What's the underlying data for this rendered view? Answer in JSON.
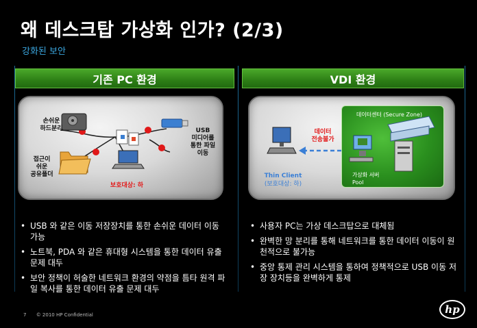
{
  "slide": {
    "title": "왜 데스크탑 가상화 인가? (2/3)",
    "subtitle": "강화된 보안"
  },
  "left": {
    "header": "기존 PC 환경",
    "diagram": {
      "label_hdd": "손쉬운\n하드분리",
      "label_usb": "USB\n미디어를\n통한 파일\n이동",
      "label_folder": "접근이\n쉬운\n공유폴더",
      "label_security": "보호대상: 하"
    },
    "bullets": [
      "USB 와 같은 이동 저장장치를 통한 손쉬운 데이터 이동 가능",
      "노트북, PDA 와 같은 휴대형 시스템을 통한 데이터 유출 문제 대두",
      "보안 정책이 허술한 네트워크 환경의 약점을 틈타 원격 파일 복사를 통한 데이터 유출 문제 대두"
    ]
  },
  "right": {
    "header": "VDI 환경",
    "diagram": {
      "label_datacenter": "데이터센터 (Secure Zone)",
      "label_blocked": "데이터\n전송불가",
      "label_thin_client": "Thin Client",
      "label_protect": "(보호대상: 하)",
      "label_pool": "가상화 서버\nPool"
    },
    "bullets": [
      "사용자 PC는 가상 데스크탑으로 대체됨",
      "완벽한 망 분리를 통해 네트워크를 통한 데이터 이동이 원천적으로 불가능",
      "중앙 통제 관리 시스템을 통하여 정책적으로 USB 이동 저장 장치등을 완벽하게 통제"
    ]
  },
  "footer": {
    "page": "7",
    "copyright": "© 2010 HP Confidential"
  },
  "logo": {
    "text": "hp"
  },
  "colors": {
    "accent_blue": "#3ba7e0",
    "header_green": "#2d7f16",
    "red_dot": "#e01818"
  }
}
